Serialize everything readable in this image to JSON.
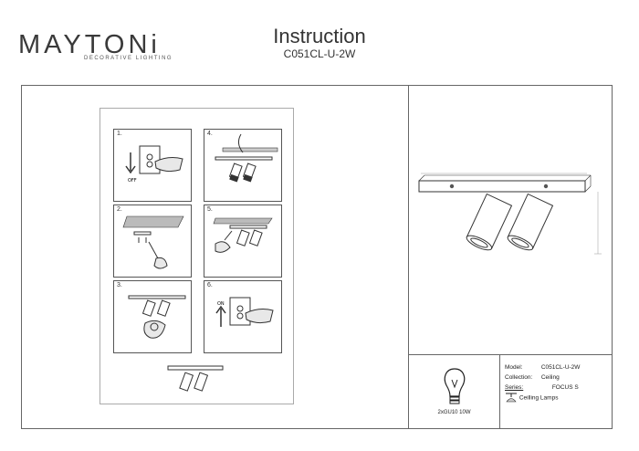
{
  "header": {
    "brand": "MAYTONi",
    "brand_tagline": "DECORATIVE LIGHTING",
    "title": "Instruction",
    "model_code": "C051CL-U-2W"
  },
  "steps": [
    {
      "number": "1."
    },
    {
      "number": "2."
    },
    {
      "number": "3."
    },
    {
      "number": "4."
    },
    {
      "number": "5."
    },
    {
      "number": "6."
    }
  ],
  "specs": {
    "lamp": "2xGU10 10W",
    "model_label": "Model:",
    "model_value": "C051CL-U-2W",
    "collection_label": "Collection:",
    "collection_value": "Ceiling",
    "series_label": "Series:",
    "series_value": "FOCUS S",
    "category": "Ceilling Lamps"
  }
}
